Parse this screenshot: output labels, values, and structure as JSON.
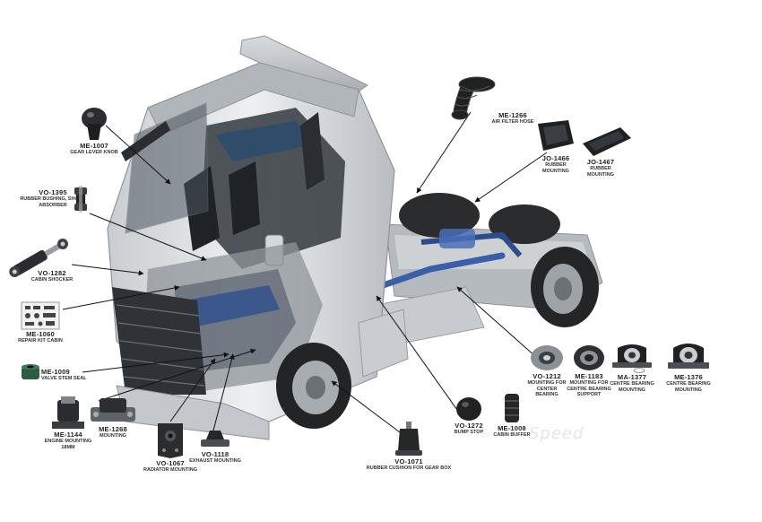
{
  "watermark": "Speed",
  "parts": [
    {
      "id": "me1007",
      "code": "ME-1007",
      "name": "GEAR LEVER KNOB",
      "icon": "gear-knob-icon"
    },
    {
      "id": "vo1395",
      "code": "VO-1395",
      "name": "RUBBER BUSHING, SHOCK ABSORBER",
      "icon": "rubber-bushing-icon"
    },
    {
      "id": "vo1282",
      "code": "VO-1282",
      "name": "CABIN SHOCKER",
      "icon": "shock-absorber-icon"
    },
    {
      "id": "me1060",
      "code": "ME-1060",
      "name": "REPAIR KIT CABIN",
      "icon": "repair-kit-icon"
    },
    {
      "id": "me1009",
      "code": "ME-1009",
      "name": "VALVE STEM SEAL",
      "icon": "valve-seal-icon"
    },
    {
      "id": "me1144",
      "code": "ME-1144",
      "name": "ENGINE MOUNTING 18MM",
      "icon": "engine-mount-icon"
    },
    {
      "id": "me1268",
      "code": "ME-1268",
      "name": "MOUNTING",
      "icon": "mounting-icon"
    },
    {
      "id": "vo1067",
      "code": "VO-1067",
      "name": "RADIATOR MOUNTING",
      "icon": "radiator-mount-icon"
    },
    {
      "id": "vo1118",
      "code": "VO-1118",
      "name": "EXHAUST MOUNTING",
      "icon": "exhaust-mount-icon"
    },
    {
      "id": "vo1071",
      "code": "VO-1071",
      "name": "RUBBER CUSHION FOR GEAR BOX",
      "icon": "rubber-cushion-icon"
    },
    {
      "id": "vo1272",
      "code": "VO-1272",
      "name": "BUMP STOP",
      "icon": "bump-stop-icon"
    },
    {
      "id": "me1008",
      "code": "ME-1008",
      "name": "CABIN BUFFER",
      "icon": "cabin-buffer-icon"
    },
    {
      "id": "vo1212",
      "code": "VO-1212",
      "name": "MOUNTING FOR CENTER BEARING",
      "icon": "center-bearing-mount-icon"
    },
    {
      "id": "me1183",
      "code": "ME-1183",
      "name": "MOUNTING FOR CENTRE BEARING SUPPORT",
      "icon": "bearing-support-icon"
    },
    {
      "id": "ma1377",
      "code": "MA-1377",
      "name": "CENTRE BEARING MOUNTING",
      "icon": "centre-bearing-icon"
    },
    {
      "id": "me1376",
      "code": "ME-1376",
      "name": "CENTRE BEARING MOUNTING",
      "icon": "centre-bearing-icon"
    },
    {
      "id": "me1266",
      "code": "ME-1266",
      "name": "AIR FILTER HOSE",
      "icon": "air-filter-hose-icon"
    },
    {
      "id": "jo1466",
      "code": "JO-1466",
      "name": "RUBBER MOUNTING",
      "icon": "rubber-mounting-icon"
    },
    {
      "id": "jo1467",
      "code": "JO-1467",
      "name": "RUBBER MOUNTING",
      "icon": "rubber-mounting-icon"
    }
  ]
}
